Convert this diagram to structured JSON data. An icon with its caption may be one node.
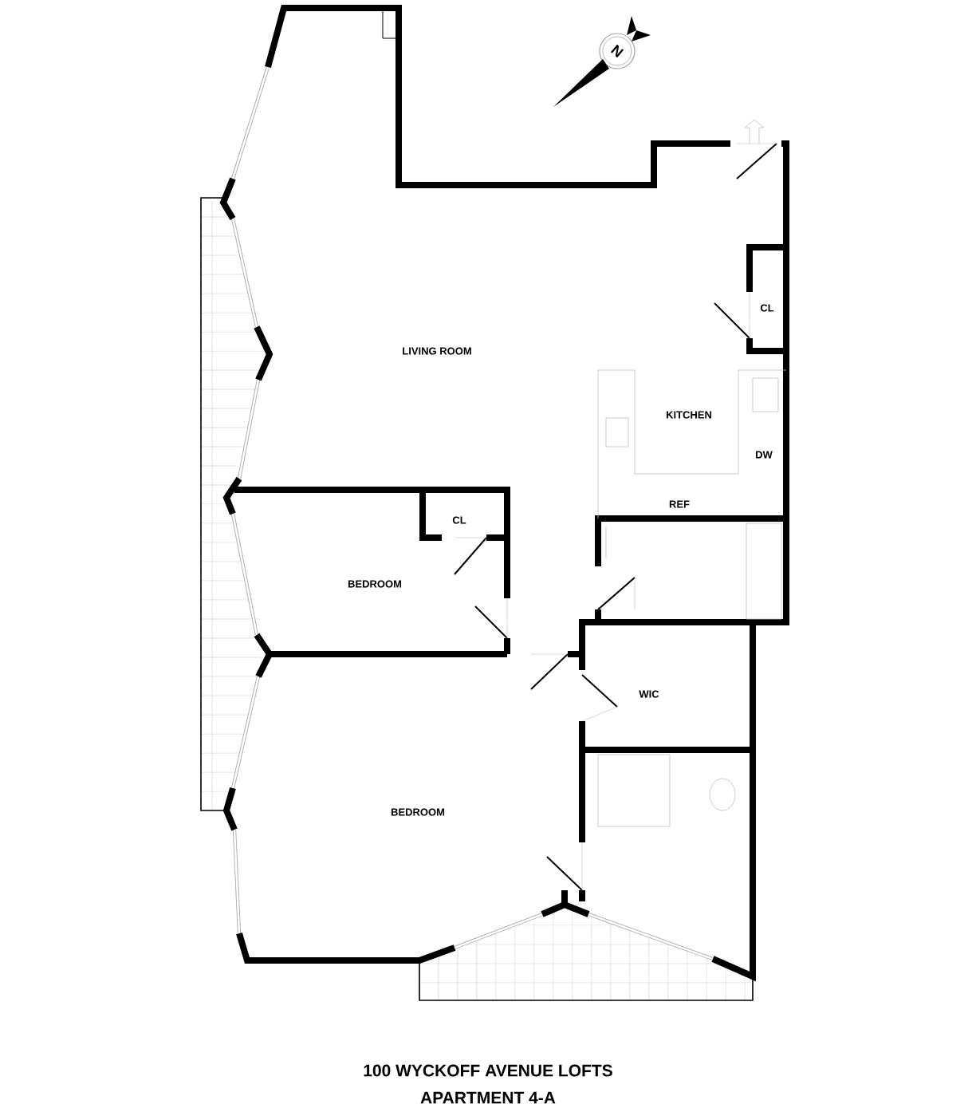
{
  "diagram": {
    "title": "100 WYCKOFF AVENUE LOFTS",
    "caption": "APARTMENT 4-A",
    "labels": [
      "N",
      "CL",
      "LIVING ROOM",
      "KITCHEN",
      "DW",
      "REF",
      "CL",
      "BEDROOM",
      "WIC",
      "BEDROOM"
    ]
  }
}
